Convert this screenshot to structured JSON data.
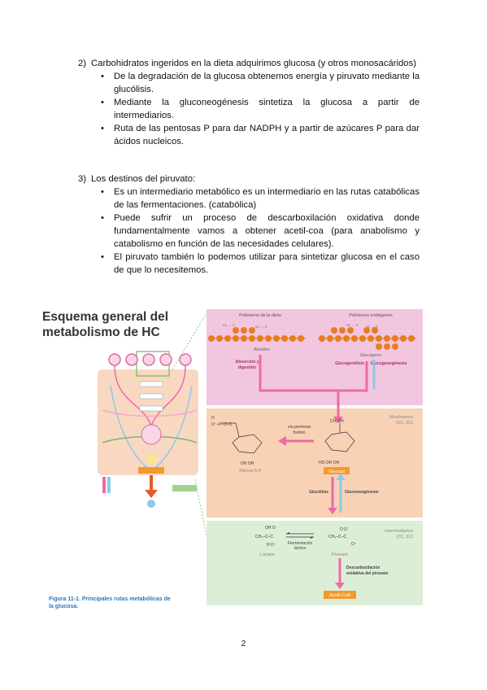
{
  "section2": {
    "number": "2)",
    "text": "Carbohidratos ingeridos en la dieta adquirimos glucosa (y otros monosacáridos)",
    "bullets": [
      "De la degradación de la glucosa obtenemos energía y piruvato mediante la glucólisis.",
      "Mediante la gluconeogénesis sintetiza la glucosa a partir de intermediarios.",
      "Ruta de las pentosas P para dar NADPH y a partir de azúcares P para dar ácidos nucleicos."
    ]
  },
  "section3": {
    "number": "3)",
    "text": "Los destinos del piruvato:",
    "bullets": [
      "Es un intermediario metabólico es un intermediario en las rutas catabólicas de las fermentaciones. (catabólica)",
      "Puede sufrir un proceso de descarboxilación oxidativa donde fundamentalmente vamos a obtener acetil-coa (para anabolismo y catabolismo en función de las necesidades celulares).",
      "El piruvato también lo podemos utilizar para sintetizar glucosa en el caso de que lo necesitemos."
    ]
  },
  "figure": {
    "title_line1": "Esquema general del",
    "title_line2": "metabolismo de HC",
    "panel_top": {
      "left_label": "Polímeros de la dieta",
      "right_label": "Polímeros endógenos",
      "bond_a": "α1 → 4",
      "bond_b": "α1 → 6",
      "bond_c": "α1 → 4",
      "bond_d": "α1 → 6",
      "starch": "Almidón",
      "glycogen": "Glucógeno",
      "absorption_l1": "Absorción y",
      "absorption_l2": "digestión",
      "glycogenolysis": "Glucogenólisis",
      "glycogenesis": "Glucogenogénesis"
    },
    "panel_middle": {
      "label_l1": "Monómeros",
      "label_l2": "(5C, 6C)",
      "pentose_l1": "vía pentosas",
      "pentose_l2": "fosfato",
      "ribose": "Ribosa-5-P",
      "glucose": "Glucosa",
      "glycolysis": "Glucólisis",
      "gluconeogenesis": "Gluconeogénesis"
    },
    "panel_bottom": {
      "label_l1": "Intermediarios",
      "label_l2": "(2C, 3C)",
      "lactate": "Lactato",
      "pyruvate": "Piruvato",
      "fermentation_l1": "Fermentación",
      "fermentation_l2": "láctica",
      "decarb_l1": "Descarboxilación",
      "decarb_l2": "oxidativa del piruvato",
      "acetylcoa": "Acetil-CoA"
    },
    "caption_number": "Figura 11-1.",
    "caption_text": "Principales rutas metabólicas de la glucosa.",
    "colors": {
      "pink_panel": "#f3c6df",
      "peach_panel": "#f9d2b6",
      "green_panel": "#dcefd6",
      "pink_arrow": "#ec6aa6",
      "blue_arrow": "#8cc9ea",
      "orange_bead": "#e87d20",
      "orange_box": "#f39a2c",
      "caption_blue": "#2a79b8"
    }
  },
  "page_number": "2"
}
